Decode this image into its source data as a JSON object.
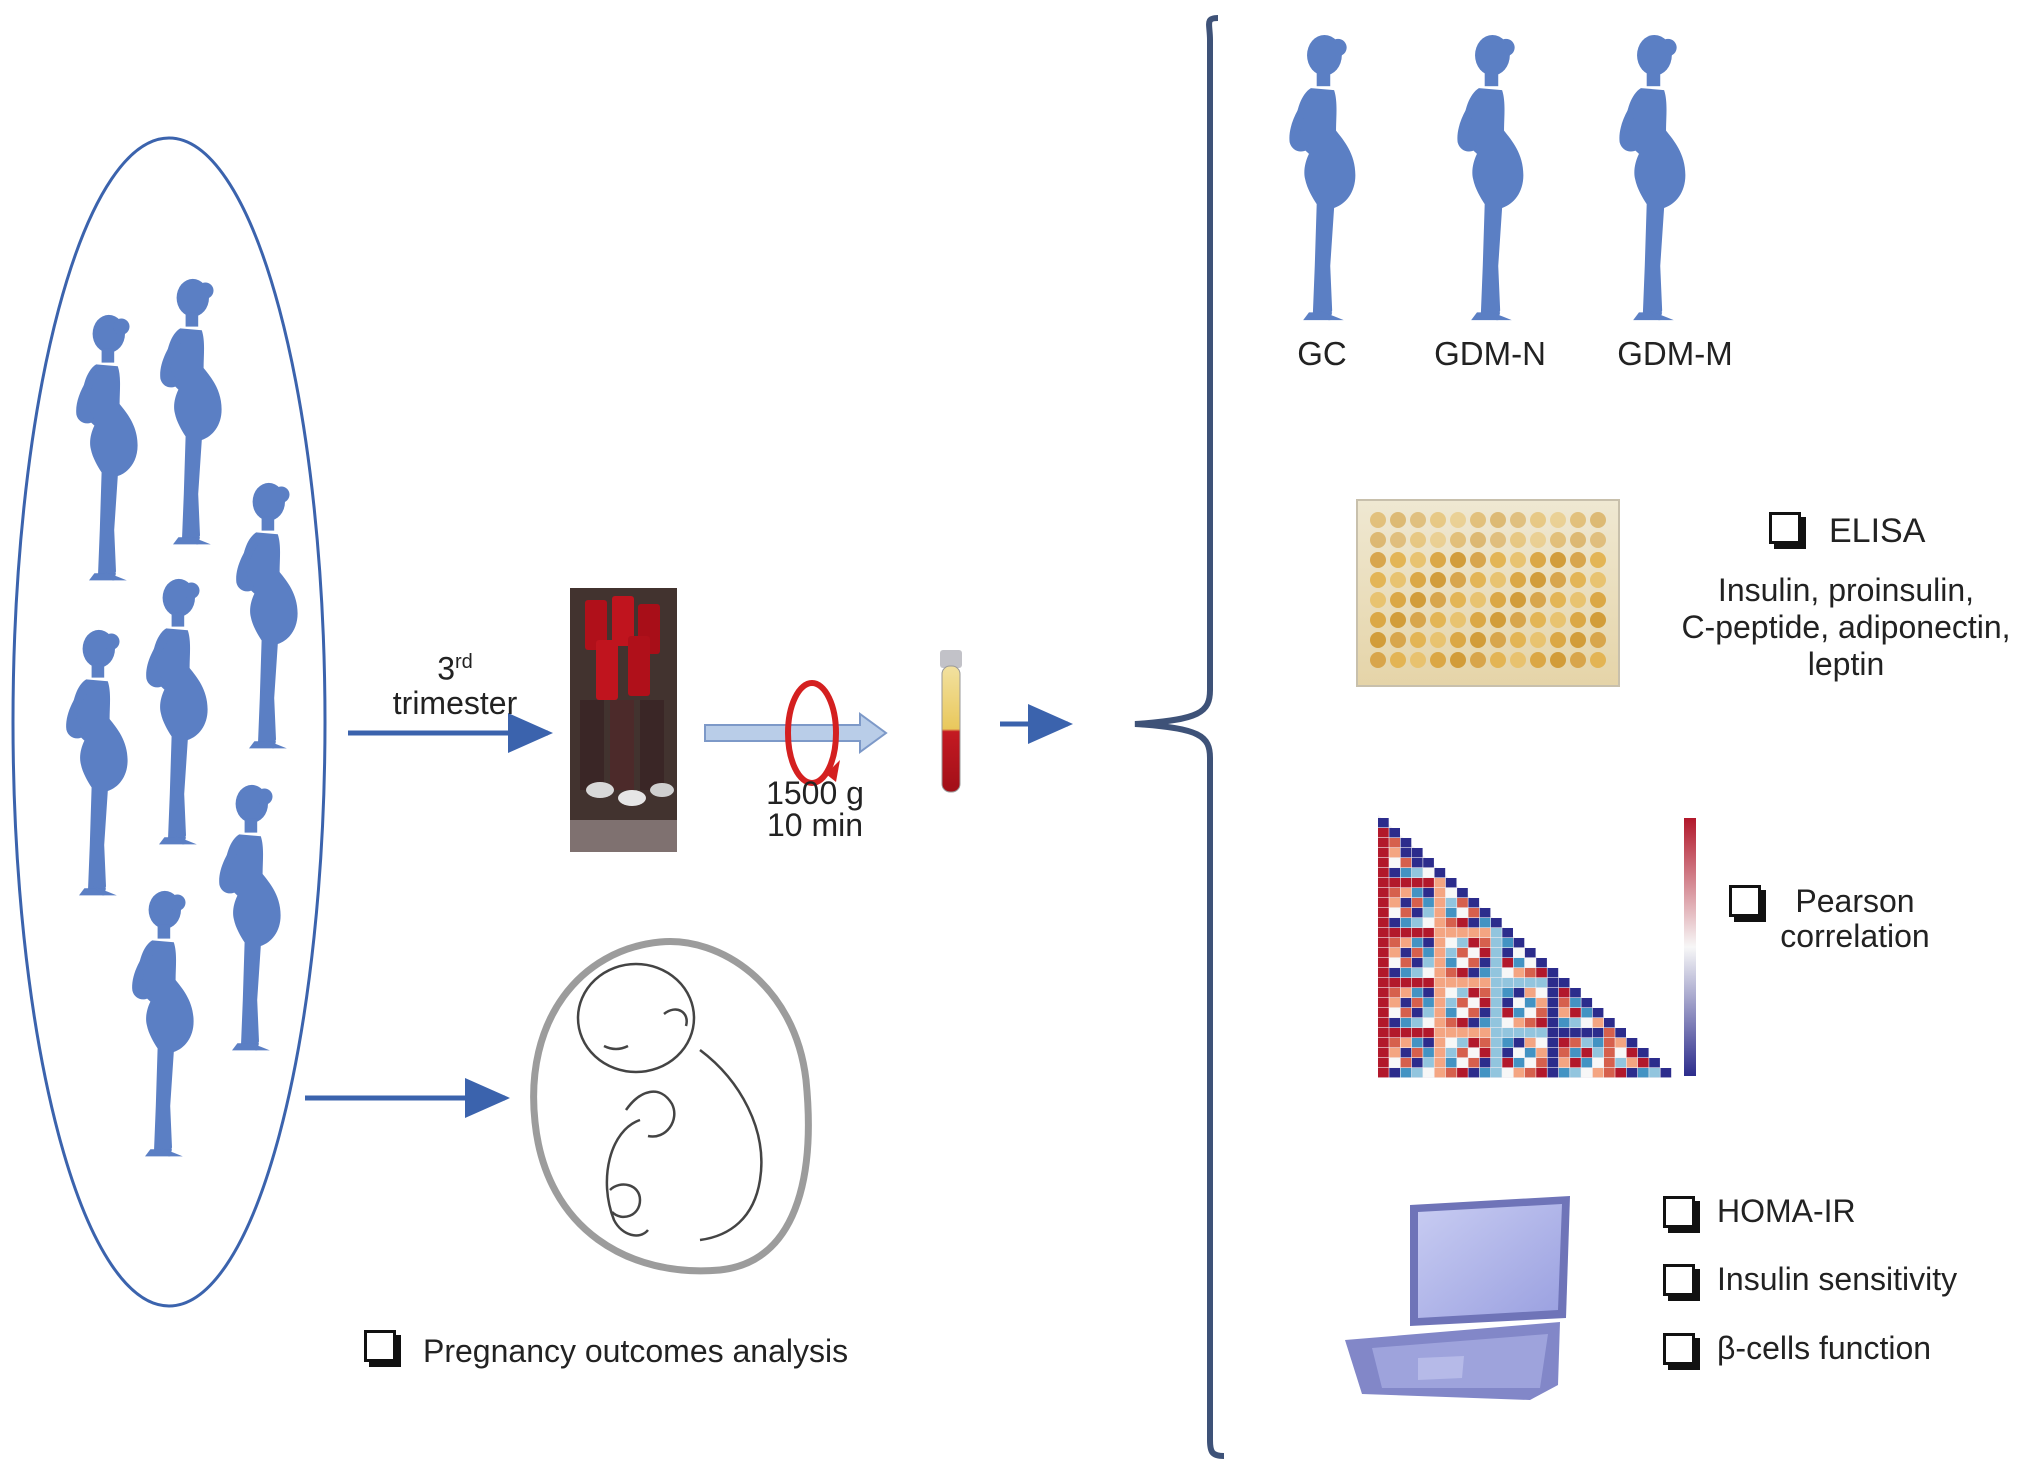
{
  "sampling": {
    "arrow_label_main": "3",
    "arrow_label_sup": "rd",
    "arrow_label_second": "trimester"
  },
  "centrifuge": {
    "speed": "1500 g",
    "time": "10 min"
  },
  "groups": [
    "GC",
    "GDM-N",
    "GDM-M"
  ],
  "analyses": {
    "elisa": {
      "title": "ELISA",
      "markers": [
        "Insulin, proinsulin,",
        "C-peptide, adiponectin,",
        "leptin"
      ]
    },
    "pearson": {
      "line1": "Pearson",
      "line2": "correlation"
    },
    "computed": [
      "HOMA-IR",
      "Insulin sensitivity",
      "β-cells function"
    ]
  },
  "outcomes": {
    "label": "Pregnancy outcomes analysis"
  },
  "colors": {
    "silhouette": "#5b7fc4",
    "arrow": "#3b63ad",
    "bracket": "#3e5278",
    "ellipse": "#3b63ad"
  }
}
